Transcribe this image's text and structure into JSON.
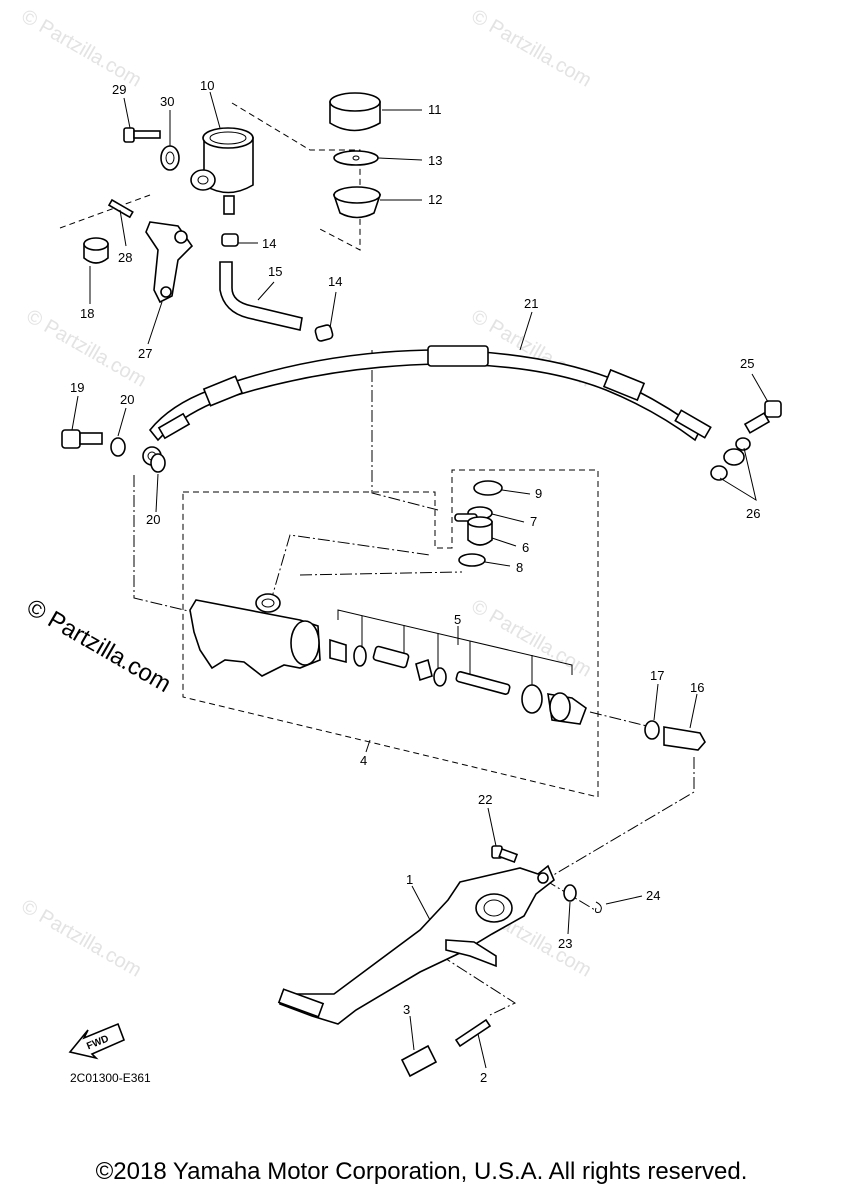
{
  "watermark": {
    "small": "© Partzilla.com",
    "large": "© Partzilla.com"
  },
  "callouts": {
    "p1": "1",
    "p2": "2",
    "p3": "3",
    "p4": "4",
    "p5": "5",
    "p6": "6",
    "p7": "7",
    "p8": "8",
    "p9": "9",
    "p10": "10",
    "p11": "11",
    "p12": "12",
    "p13": "13",
    "p14a": "14",
    "p14b": "14",
    "p15": "15",
    "p16": "16",
    "p17": "17",
    "p18": "18",
    "p19": "19",
    "p20a": "20",
    "p20b": "20",
    "p21": "21",
    "p22": "22",
    "p23": "23",
    "p24": "24",
    "p25": "25",
    "p26": "26",
    "p27": "27",
    "p28": "28",
    "p29": "29",
    "p30": "30"
  },
  "fwd_label": "FWD",
  "diagram_code": "2C01300-E361",
  "copyright": "©2018 Yamaha Motor Corporation, U.S.A. All rights reserved."
}
